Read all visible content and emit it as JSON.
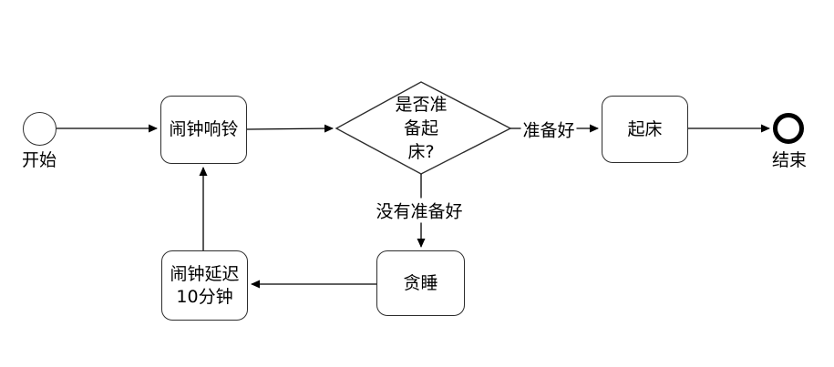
{
  "diagram": {
    "nodes": {
      "start": {
        "label": "开始"
      },
      "alarm_rings": {
        "label": "闹钟响铃"
      },
      "decision": {
        "label": "是否准备起床?",
        "lines": [
          "是否准",
          "备起",
          "床?"
        ]
      },
      "get_up": {
        "label": "起床"
      },
      "end": {
        "label": "结束"
      },
      "snooze": {
        "label": "贪睡"
      },
      "alarm_delay": {
        "label": "闹钟延迟10分钟",
        "lines": [
          "闹钟延迟",
          "10分钟"
        ]
      }
    },
    "edge_labels": {
      "yes": "准备好",
      "no": "没有准备好"
    },
    "colors": {
      "line": "#000000",
      "node_border": "#2d2d2d",
      "background": "#ffffff"
    }
  }
}
